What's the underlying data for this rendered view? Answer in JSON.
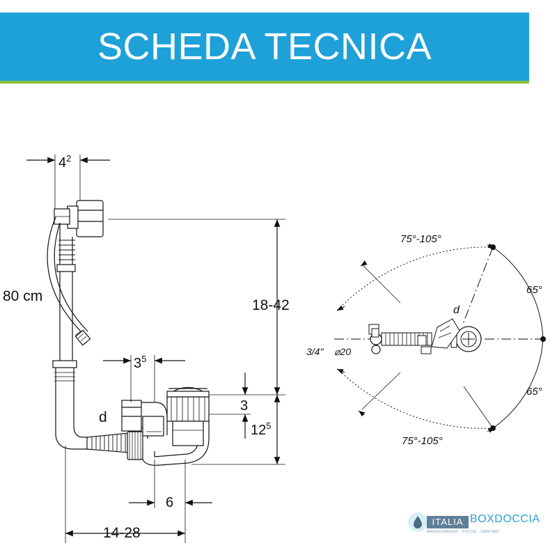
{
  "header": {
    "title": "SCHEDA TECNICA"
  },
  "left_drawing": {
    "dim_top_width": "4",
    "dim_top_width_sup": "2",
    "dim_hose_length": "80 cm",
    "dim_height_range": "18-42",
    "dim_elbow": "3",
    "dim_elbow_sup": "5",
    "dim_d": "d",
    "dim_outlet": "3",
    "dim_outlet_height": "12",
    "dim_outlet_height_sup": "5",
    "dim_six": "6",
    "dim_horizontal_range": "14-28"
  },
  "right_drawing": {
    "angle_top": "75°-105°",
    "angle_right_top": "65°",
    "angle_d": "d",
    "angle_thread": "3/4\"",
    "angle_diameter": "⌀20",
    "angle_right_bottom": "65°",
    "angle_bottom": "75°-105°"
  },
  "logo": {
    "brand_a": "ITALIA",
    "brand_b": "BOXDOCCIA",
    "tagline": "ARREDOBAGNO · DOCCE · SANITARI"
  },
  "colors": {
    "header_bg": "#1da1d8",
    "header_underline": "#8bbf3a",
    "line": "#111111"
  }
}
